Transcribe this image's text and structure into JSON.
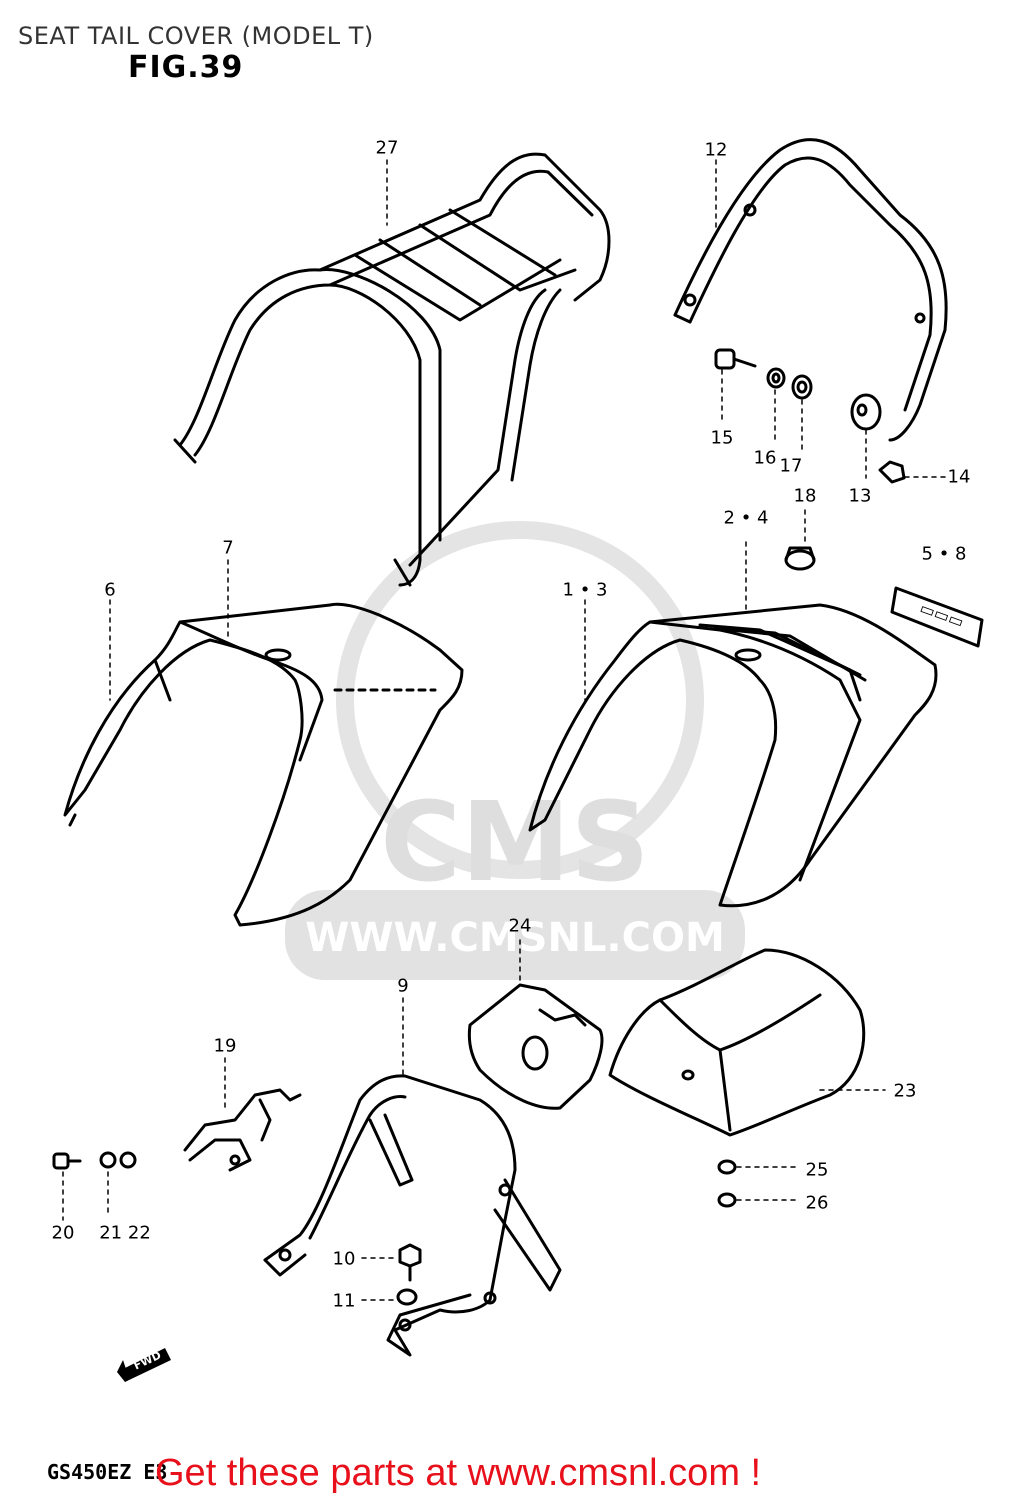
{
  "header": {
    "title": "SEAT TAIL COVER (MODEL T)",
    "figure": "FIG.39"
  },
  "footer": {
    "model_code": "GS450EZ E3",
    "promo": "Get these parts at www.cmsnl.com !"
  },
  "watermark": {
    "brand": "CMS",
    "url": "WWW.CMSNL.COM"
  },
  "direction_arrow": "FWD",
  "callouts": {
    "c27": "27",
    "c12": "12",
    "c15": "15",
    "c16": "16",
    "c17": "17",
    "c13": "13",
    "c14": "14",
    "c18": "18",
    "c2_4": "2 • 4",
    "c5_8": "5 • 8",
    "c7": "7",
    "c6": "6",
    "c1_3": "1 • 3",
    "c24": "24",
    "c9": "9",
    "c19": "19",
    "c23": "23",
    "c25": "25",
    "c26": "26",
    "c20": "20",
    "c21_22": "21 22",
    "c10": "10",
    "c11": "11"
  },
  "colors": {
    "promo": "#e8101a",
    "watermark": "#dcdcdc",
    "line": "#000000"
  }
}
